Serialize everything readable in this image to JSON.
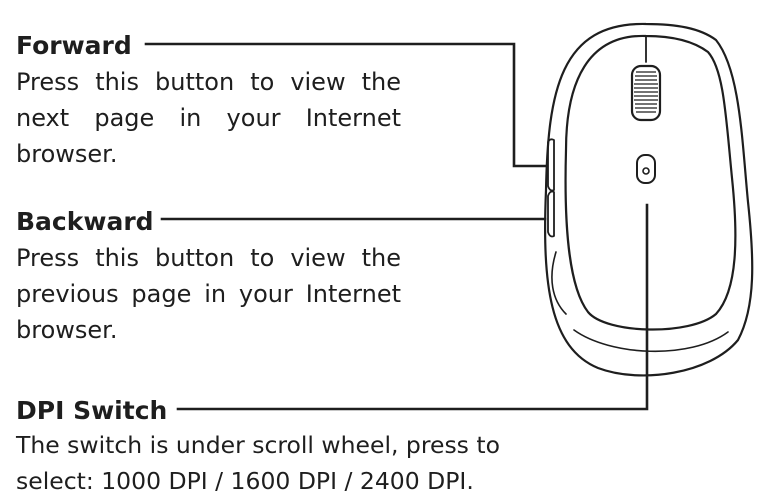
{
  "forward": {
    "title": "Forward",
    "description": "Press this button to view the next page in your Internet browser."
  },
  "backward": {
    "title": "Backward",
    "description": "Press this button to view the previous page in your Internet browser."
  },
  "dpi_switch": {
    "title": "DPI Switch",
    "line1": "The switch is under scroll wheel, press to",
    "line2": "select: 1000 DPI / 1600 DPI / 2400 DPI."
  },
  "colors": {
    "ink": "#1e1e1e",
    "background": "#ffffff"
  }
}
